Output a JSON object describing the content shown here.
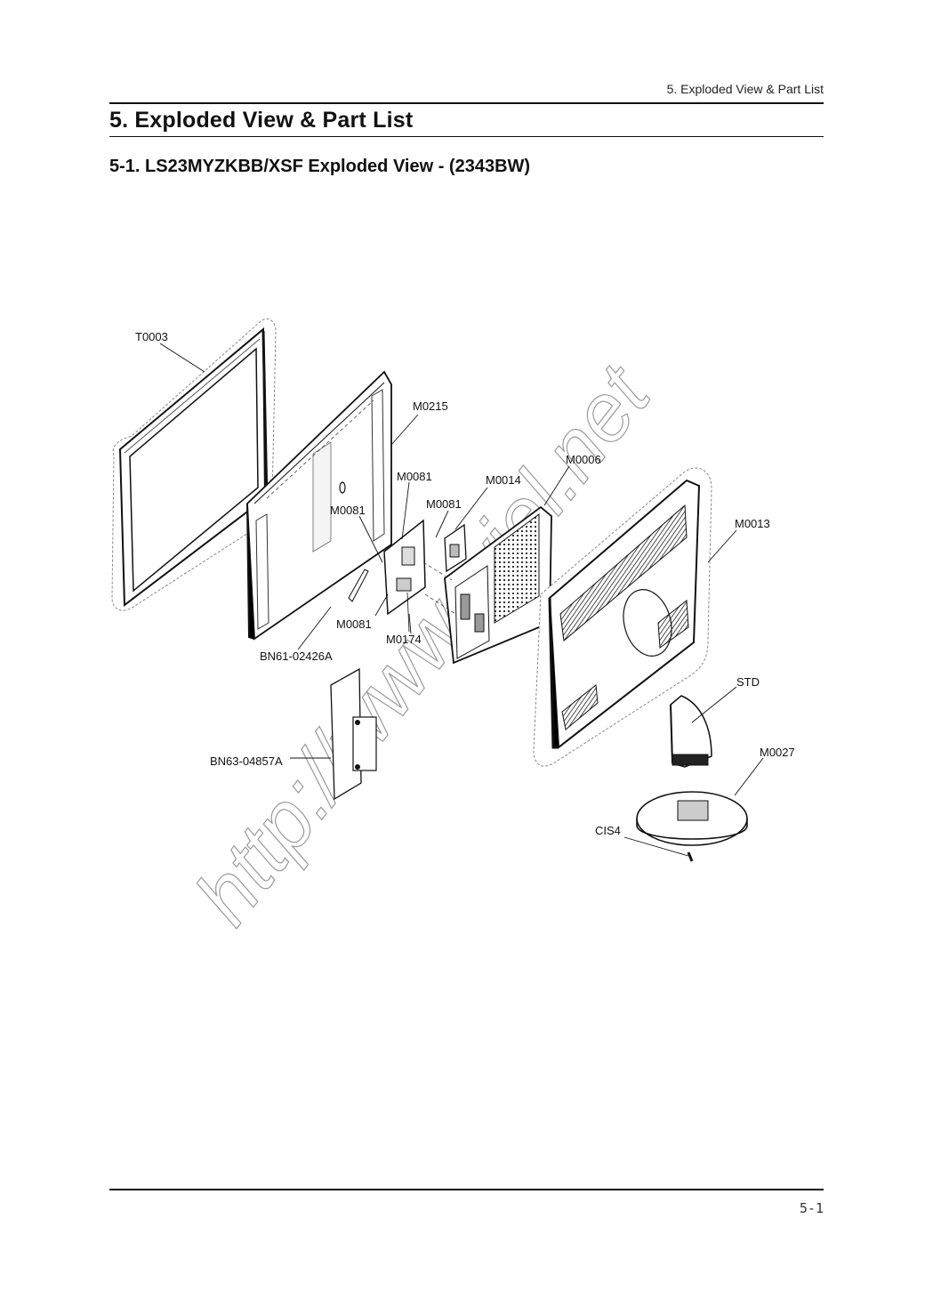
{
  "header": {
    "running_title": "5. Exploded View & Part List",
    "section_title": "5. Exploded View & Part List",
    "subsection_title": "5-1. LS23MYZKBB/XSF Exploded View -  (2343BW)"
  },
  "diagram": {
    "callouts": {
      "t0003": "T0003",
      "m0215": "M0215",
      "m0081_a": "M0081",
      "m0081_b": "M0081",
      "m0081_c": "M0081",
      "m0081_d": "M0081",
      "m0014": "M0014",
      "m0006": "M0006",
      "m0013": "M0013",
      "m0174": "M0174",
      "bn61": "BN61-02426A",
      "bn63": "BN63-04857A",
      "std": "STD",
      "m0027": "M0027",
      "cis4": "CIS4"
    },
    "watermark": "http://www.wiel.net"
  },
  "footer": {
    "page_number": "5-1"
  }
}
